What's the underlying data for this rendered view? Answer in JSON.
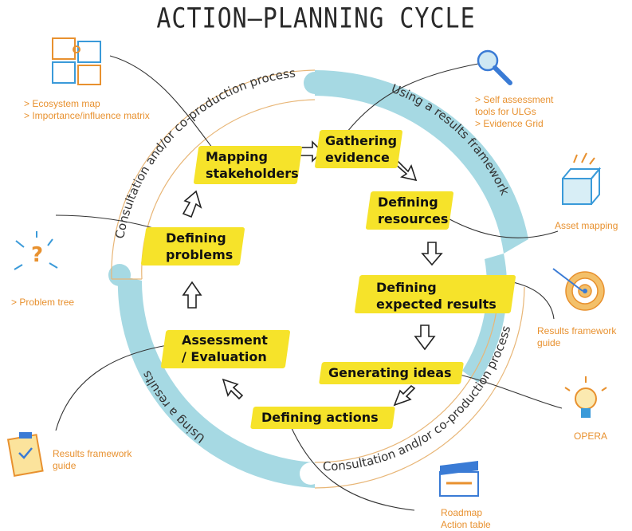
{
  "title": "ACTION—PLANNING CYCLE",
  "ring_labels": {
    "outer_top": "Consultation and/or co-production process",
    "results_top": "Using a results framework",
    "results_bottom": "Using a results",
    "consult_bottom": "Consultation and/or co-production process"
  },
  "steps": [
    {
      "line1": "Mapping",
      "line2": "stakeholders"
    },
    {
      "line1": "Gathering",
      "line2": "evidence"
    },
    {
      "line1": "Defining",
      "line2": "resources"
    },
    {
      "line1": "Defining",
      "line2": "expected results"
    },
    {
      "line1": "Generating ideas",
      "line2": ""
    },
    {
      "line1": "Defining actions",
      "line2": ""
    },
    {
      "line1": "Assessment",
      "line2": "/ Evaluation"
    },
    {
      "line1": "Defining",
      "line2": "problems"
    }
  ],
  "tools": {
    "ecosystem": {
      "line1": "> Ecosystem map",
      "line2": "> Importance/influence matrix"
    },
    "self_assessment": {
      "line1": "> Self assessment",
      "line2": "tools for ULGs",
      "line3": "> Evidence Grid"
    },
    "asset_mapping": {
      "line1": "Asset mapping"
    },
    "results_guide_right": {
      "line1": "Results framework",
      "line2": "guide"
    },
    "opera": {
      "line1": "OPERA"
    },
    "roadmap": {
      "line1": "Roadmap",
      "line2": "Action table"
    },
    "results_guide_left": {
      "line1": "Results framework",
      "line2": "guide"
    },
    "problem_tree": {
      "line1": "> Problem tree"
    }
  },
  "colors": {
    "ring_blue": "#a6d9e3",
    "highlight_yellow": "#f6e32a",
    "tool_orange": "#e8912f",
    "line_dark": "#333333"
  },
  "icons": [
    "puzzle-icon",
    "magnifier-icon",
    "gift-box-icon",
    "target-icon",
    "lightbulb-icon",
    "clapperboard-icon",
    "clipboard-icon",
    "question-mark-icon"
  ]
}
